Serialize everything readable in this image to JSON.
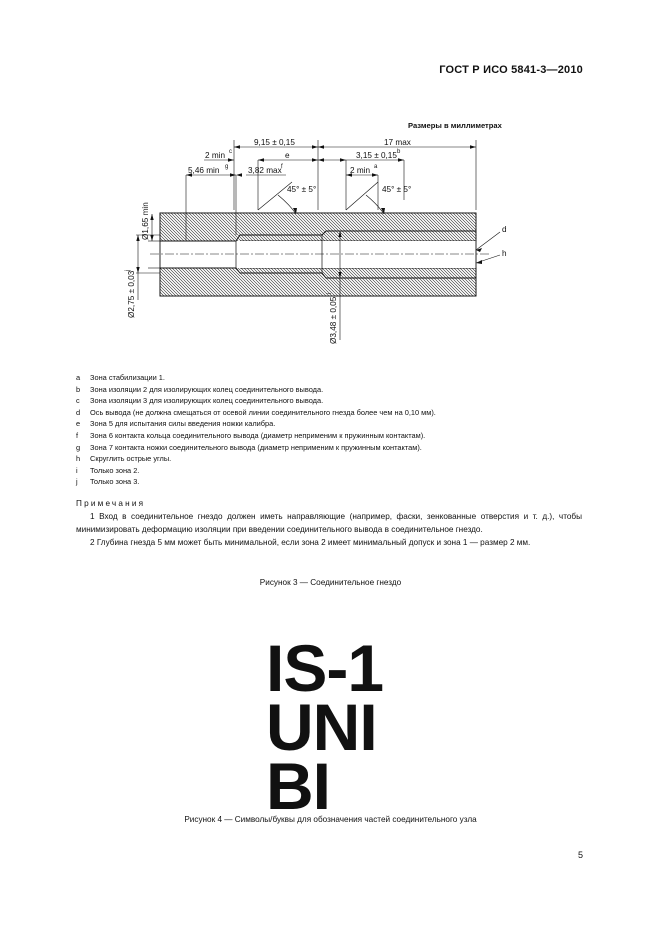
{
  "header": {
    "standard": "ГОСТ Р ИСО 5841-3—2010"
  },
  "figure3": {
    "units_note": "Размеры в миллиметрах",
    "dims": {
      "d_9_15": "9,15 ± 0,15",
      "d_17max": "17 max",
      "d_2min_c": "2 min",
      "sup_c": "c",
      "d_e": "e",
      "d_3_15": "3,15 ± 0,15",
      "sup_b": "b",
      "d_5_46": "5,46 min",
      "sup_g": "g",
      "d_3_82": "3,82 max",
      "sup_f": "f",
      "d_2min_a": "2 min",
      "sup_a": "a",
      "angle1": "45° ± 5°",
      "angle2": "45° ± 5°",
      "d_1_65": "Ø1,65 min",
      "d_2_75": "Ø2,75 ± 0,03",
      "sup_j": "j",
      "d_3_48": "Ø3,48 ± 0,05",
      "sup_i": "i",
      "lbl_d": "d",
      "lbl_h": "h"
    }
  },
  "legend": [
    {
      "key": "a",
      "text": "Зона стабилизации 1."
    },
    {
      "key": "b",
      "text": "Зона изоляции 2 для изолирующих колец соединительного вывода."
    },
    {
      "key": "c",
      "text": "Зона изоляции 3 для изолирующих колец соединительного вывода."
    },
    {
      "key": "d",
      "text": "Ось вывода (не должна смещаться от осевой линии соединительного гнезда более чем на 0,10 мм)."
    },
    {
      "key": "e",
      "text": "Зона 5 для испытания силы введения ножки калибра."
    },
    {
      "key": "f",
      "text": "Зона 6 контакта кольца соединительного вывода (диаметр неприменим к пружинным контактам)."
    },
    {
      "key": "g",
      "text": "Зона 7 контакта ножки соединительного вывода (диаметр неприменим к пружинным контактам)."
    },
    {
      "key": "h",
      "text": "Скруглить острые углы."
    },
    {
      "key": "i",
      "text": "Только зона 2."
    },
    {
      "key": "j",
      "text": "Только зона 3."
    }
  ],
  "remarks": {
    "title": "Примечания",
    "note1": "1 Вход в соединительное гнездо должен иметь направляющие (например, фаски, зенкованные отверстия и т. д.), чтобы минимизировать деформацию изоляции при введении соединительного вывода в соединительное гнездо.",
    "note2": "2 Глубина гнезда 5 мм может быть минимальной, если зона 2 имеет минимальный допуск и зона 1 — размер 2 мм."
  },
  "caption3": "Рисунок 3 — Соединительное гнездо",
  "symbols": [
    "IS-1",
    "UNI",
    "BI"
  ],
  "caption4": "Рисунок  4 — Символы/буквы для обозначения частей соединительного узла",
  "page_number": "5"
}
